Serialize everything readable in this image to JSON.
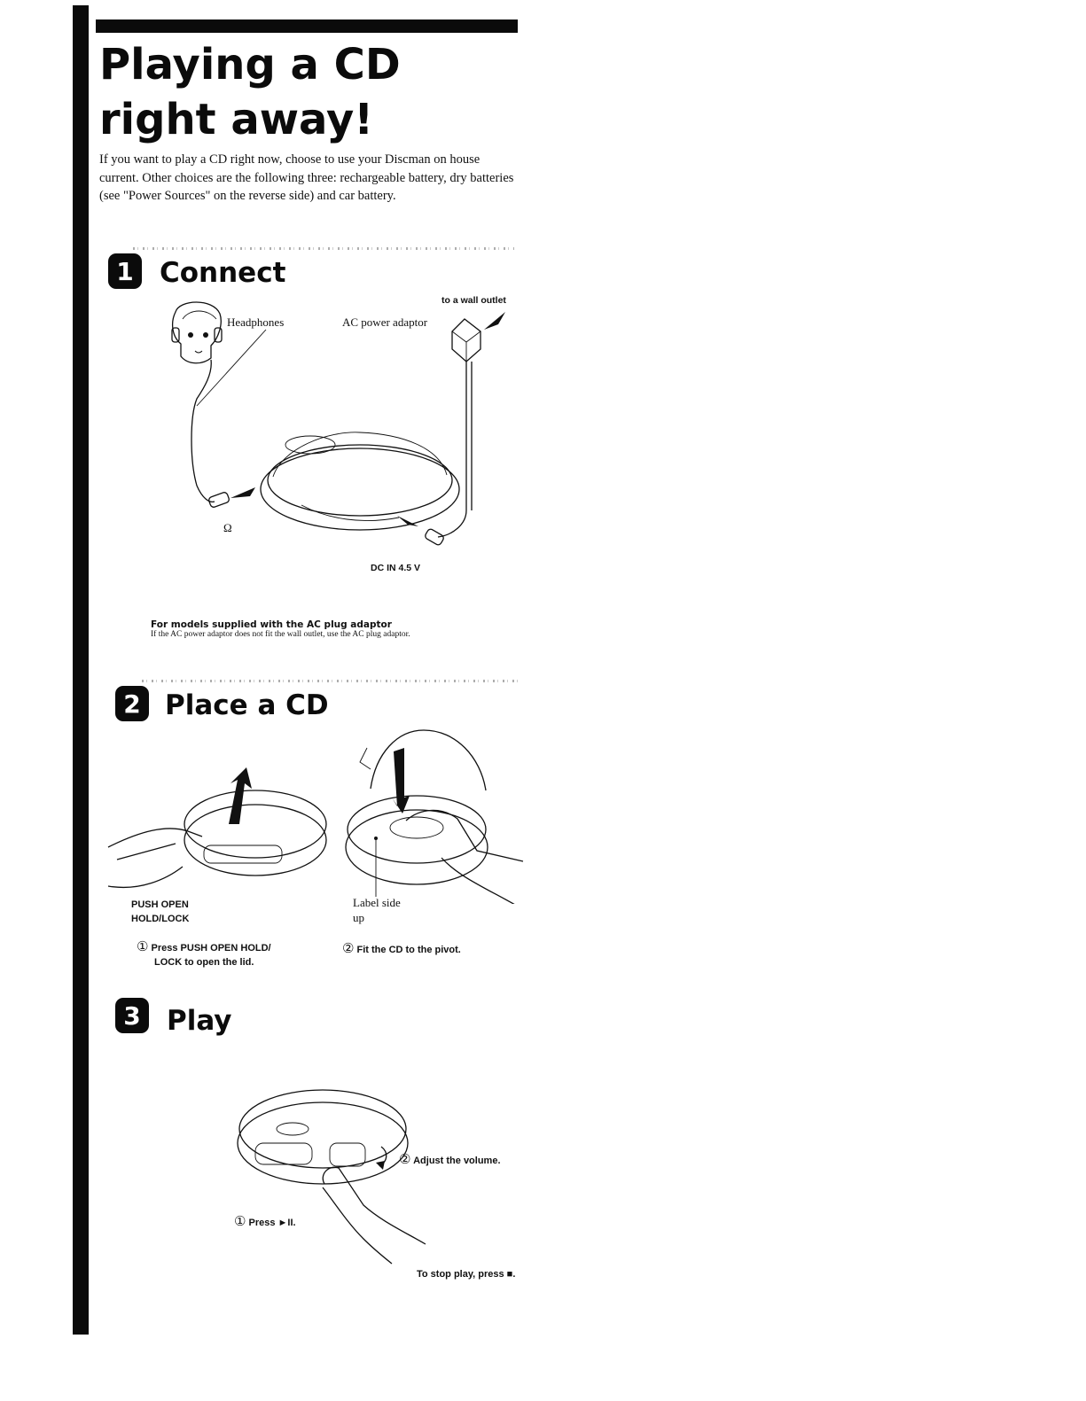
{
  "title": "Playing a CD right away!",
  "intro": "If you want to play a CD right now, choose to use your Discman on house current. Other choices are the following three: rechargeable battery, dry batteries (see \"Power Sources\" on the reverse side) and car battery.",
  "steps": [
    {
      "number": "1",
      "heading": "Connect",
      "labels": {
        "headphones": "Headphones",
        "ac_adaptor": "AC power adaptor",
        "wall_outlet": "to a wall outlet",
        "dc_in": "DC IN 4.5 V",
        "headphone_symbol": "Ω"
      },
      "note": {
        "heading": "For models supplied with the AC plug adaptor",
        "body": "If the AC power adaptor does not fit the wall outlet, use the AC plug adaptor."
      }
    },
    {
      "number": "2",
      "heading": "Place a CD",
      "labels": {
        "push_open_line1": "PUSH OPEN",
        "push_open_line2": "HOLD/LOCK",
        "label_side_line1": "Label side",
        "label_side_line2": "up"
      },
      "captions": [
        {
          "marker": "①",
          "line1": "Press PUSH OPEN HOLD/",
          "line2": "LOCK to open the lid."
        },
        {
          "marker": "②",
          "line1": "Fit the CD to the pivot."
        }
      ]
    },
    {
      "number": "3",
      "heading": "Play",
      "captions": [
        {
          "marker": "①",
          "text": "Press ►II."
        },
        {
          "marker": "②",
          "text": "Adjust the volume."
        }
      ],
      "stop_note": "To stop play, press ■."
    }
  ]
}
